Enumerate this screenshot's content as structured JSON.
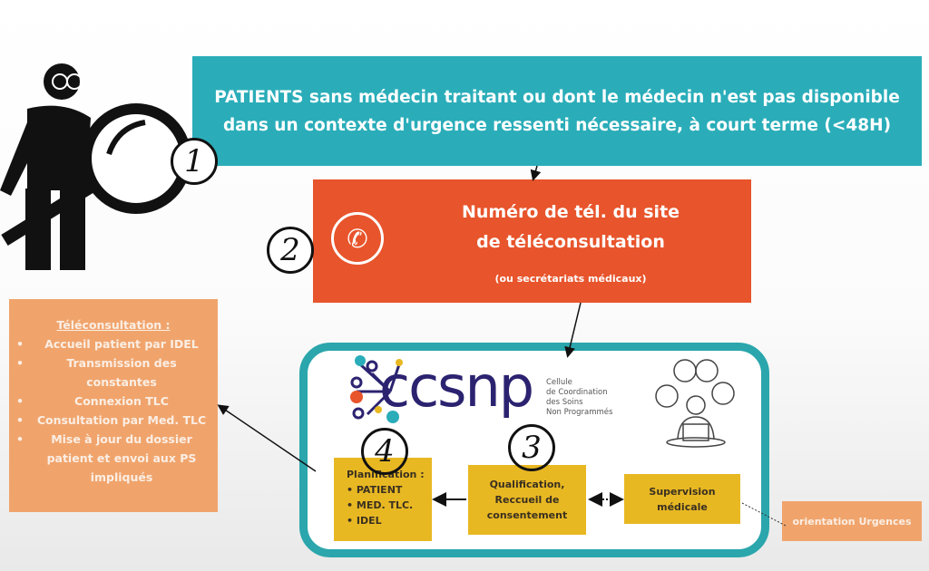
{
  "step1": {
    "number": "1",
    "lines": [
      "PATIENTS sans médecin traitant ou dont le médecin n'est pas disponible",
      "dans un contexte d'urgence ressenti nécessaire, à court terme (<48H)"
    ]
  },
  "step2": {
    "number": "2",
    "icon": "phone-icon",
    "lines": [
      "Numéro de tél. du site",
      "de téléconsultation"
    ],
    "subtitle": "(ou secrétariats médicaux)"
  },
  "teleconsultation": {
    "title": "Téléconsultation :",
    "items": [
      "Accueil patient par IDEL",
      "Transmission des constantes",
      "Connexion TLC",
      "Consultation par Med. TLC",
      "Mise à jour du dossier patient et envoi aux PS impliqués"
    ]
  },
  "ccsnp": {
    "logo": "ccsnp",
    "subtitle_lines": [
      "Cellule",
      "de Coordination",
      "des Soins",
      "Non Programmés"
    ]
  },
  "step3": {
    "number": "3",
    "lines": [
      "Qualification,",
      "Reccueil de",
      "consentement"
    ]
  },
  "step4": {
    "number": "4",
    "title": "Planification :",
    "items": [
      "PATIENT",
      "MED. TLC.",
      "IDEL"
    ]
  },
  "supervision": {
    "lines": [
      "Supervision",
      "médicale"
    ]
  },
  "urgences": {
    "label": "orientation Urgences"
  },
  "colors": {
    "teal": "#2aadb9",
    "red": "#e8542b",
    "orange": "#f0a46c",
    "yellow": "#e8b823",
    "navy": "#2b2370"
  }
}
